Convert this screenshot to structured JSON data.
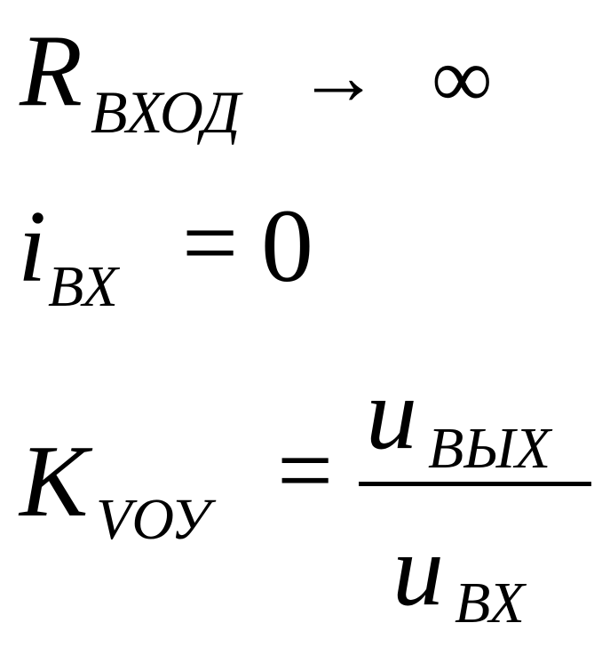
{
  "equations": [
    {
      "symbol": "R",
      "subscript": "ВХОД",
      "relation": "→",
      "value": "∞"
    },
    {
      "symbol": "i",
      "subscript": "ВХ",
      "relation": "=",
      "value": "0"
    },
    {
      "symbol": "K",
      "subscript": "VОУ",
      "relation": "=",
      "numerator": {
        "symbol": "u",
        "subscript": "ВЫХ"
      },
      "denominator": {
        "symbol": "u",
        "subscript": "ВХ"
      }
    }
  ]
}
